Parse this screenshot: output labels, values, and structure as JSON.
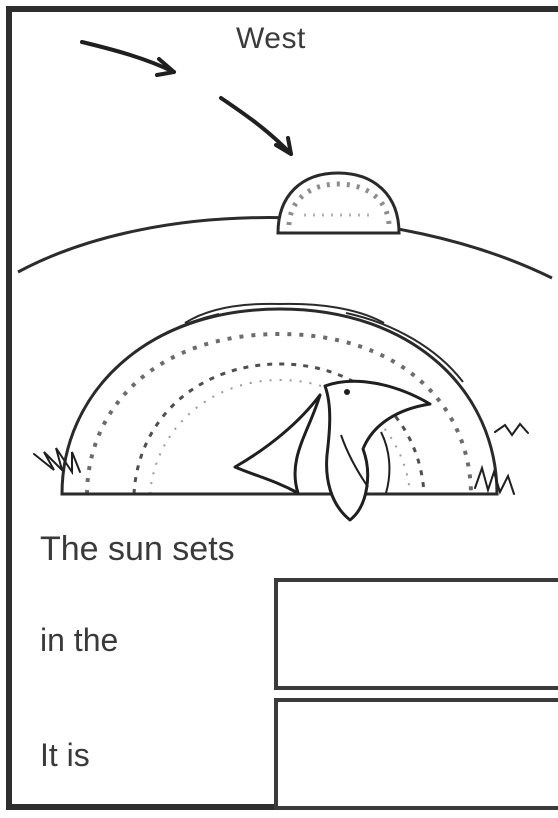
{
  "worksheet": {
    "direction_label": "West",
    "caption": "The sun sets",
    "rows": [
      {
        "label": "in the",
        "answer": ""
      },
      {
        "label": "It is",
        "answer": ""
      }
    ],
    "icons": [
      "arrow-icon",
      "sun-icon",
      "setting-sun-icon",
      "bird-icon",
      "grass-icon"
    ]
  }
}
